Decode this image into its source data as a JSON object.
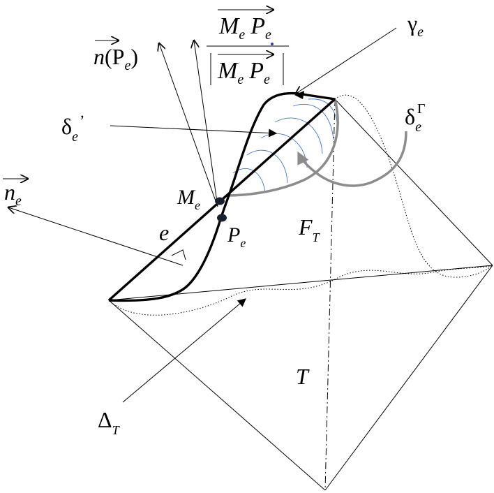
{
  "labels": {
    "gamma_e": {
      "main": "γ",
      "sub": "e"
    },
    "delta_e_gamma": {
      "main": "δ",
      "sub": "e",
      "sup": "Γ"
    },
    "delta_e_prime": {
      "main": "δ",
      "sub": "e",
      "sup": "’"
    },
    "n_P_e": {
      "pre": "n",
      "open": "(P",
      "sub": "e",
      "close": ")"
    },
    "fraction_num": {
      "a": "M",
      "a_sub": "e",
      "b": "P",
      "b_sub": "e"
    },
    "fraction_den": {
      "a": "M",
      "a_sub": "e",
      "b": "P",
      "b_sub": "e"
    },
    "n_e": {
      "main": "n",
      "sub": "e"
    },
    "M_e": {
      "main": "M",
      "sub": "e"
    },
    "P_e": {
      "main": "P",
      "sub": "e"
    },
    "e": {
      "main": "e"
    },
    "F_T": {
      "main": "F",
      "sub": "T"
    },
    "T": {
      "main": "T"
    },
    "Delta_T": {
      "main": "Δ",
      "sub": "T"
    }
  },
  "colors": {
    "line": "#000000",
    "gray_curve": "#8c8c8c",
    "blue_arcs": "#4a78c2"
  }
}
